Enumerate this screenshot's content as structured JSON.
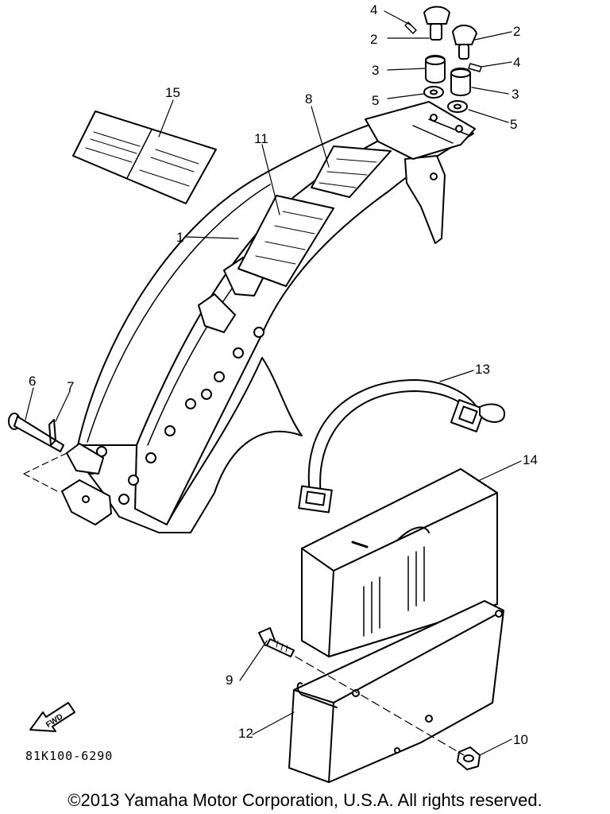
{
  "diagram": {
    "callouts": [
      {
        "id": "c1",
        "label": "1"
      },
      {
        "id": "c2a",
        "label": "2"
      },
      {
        "id": "c2b",
        "label": "2"
      },
      {
        "id": "c3a",
        "label": "3"
      },
      {
        "id": "c3b",
        "label": "3"
      },
      {
        "id": "c4a",
        "label": "4"
      },
      {
        "id": "c4b",
        "label": "4"
      },
      {
        "id": "c5a",
        "label": "5"
      },
      {
        "id": "c5b",
        "label": "5"
      },
      {
        "id": "c6",
        "label": "6"
      },
      {
        "id": "c7",
        "label": "7"
      },
      {
        "id": "c8",
        "label": "8"
      },
      {
        "id": "c9",
        "label": "9"
      },
      {
        "id": "c10",
        "label": "10"
      },
      {
        "id": "c11",
        "label": "11"
      },
      {
        "id": "c12",
        "label": "12"
      },
      {
        "id": "c13",
        "label": "13"
      },
      {
        "id": "c14",
        "label": "14"
      },
      {
        "id": "c15",
        "label": "15"
      }
    ],
    "fwd_label": "FWD",
    "diagram_code": "81K100-6290"
  },
  "footer": {
    "copyright": "©2013 Yamaha Motor Corporation, U.S.A. All rights reserved."
  }
}
